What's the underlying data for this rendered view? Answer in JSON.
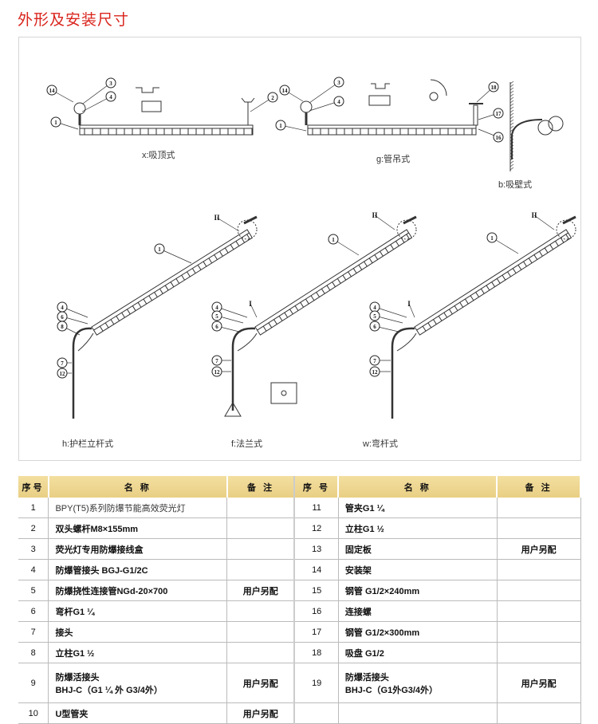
{
  "title": "外形及安装尺寸",
  "diagrams": {
    "x": {
      "label": "x:吸顶式",
      "callouts": [
        "14",
        "3",
        "4",
        "1",
        "2"
      ]
    },
    "g": {
      "label": "g:管吊式",
      "callouts": [
        "14",
        "3",
        "4",
        "1",
        "18",
        "17",
        "16"
      ]
    },
    "b": {
      "label": "b:吸壁式"
    },
    "h": {
      "label": "h:护栏立杆式",
      "callouts": [
        "II",
        "1",
        "4",
        "6",
        "8",
        "7",
        "12"
      ]
    },
    "f": {
      "label": "f:法兰式",
      "callouts": [
        "II",
        "1",
        "I",
        "4",
        "5",
        "6",
        "7",
        "12"
      ]
    },
    "w": {
      "label": "w:弯杆式",
      "callouts": [
        "II",
        "1",
        "I",
        "4",
        "5",
        "6",
        "7",
        "12"
      ]
    }
  },
  "table": {
    "headers": {
      "seq": "序号",
      "name": "名 称",
      "note": "备 注",
      "seq2": "序 号"
    },
    "rows": [
      [
        {
          "n": "1",
          "name": "BPY(T5)系列防爆节能高效荧光灯",
          "note": ""
        },
        {
          "n": "11",
          "name": "管夹G1 ¼",
          "note": ""
        }
      ],
      [
        {
          "n": "2",
          "name": "双头螺杆M8×155mm",
          "note": ""
        },
        {
          "n": "12",
          "name": "立柱G1 ½",
          "note": ""
        }
      ],
      [
        {
          "n": "3",
          "name": "荧光灯专用防爆接线盒",
          "note": ""
        },
        {
          "n": "13",
          "name": "固定板",
          "note": "用户另配"
        }
      ],
      [
        {
          "n": "4",
          "name": "防爆管接头 BGJ-G1/2C",
          "note": ""
        },
        {
          "n": "14",
          "name": "安装架",
          "note": ""
        }
      ],
      [
        {
          "n": "5",
          "name": "防爆挠性连接管NGd-20×700",
          "note": "用户另配"
        },
        {
          "n": "15",
          "name": "钢管 G1/2×240mm",
          "note": ""
        }
      ],
      [
        {
          "n": "6",
          "name": "弯杆G1 ¼",
          "note": ""
        },
        {
          "n": "16",
          "name": "连接螺",
          "note": ""
        }
      ],
      [
        {
          "n": "7",
          "name": "接头",
          "note": ""
        },
        {
          "n": "17",
          "name": "钢管 G1/2×300mm",
          "note": ""
        }
      ],
      [
        {
          "n": "8",
          "name": "立柱G1 ½",
          "note": ""
        },
        {
          "n": "18",
          "name": "吸盘 G1/2",
          "note": ""
        }
      ],
      [
        {
          "n": "9",
          "name": "防爆活接头\nBHJ-C（G1 ¼ 外 G3/4外）",
          "note": "用户另配"
        },
        {
          "n": "19",
          "name": "防爆活接头\nBHJ-C（G1外G3/4外）",
          "note": "用户另配"
        }
      ],
      [
        {
          "n": "10",
          "name": "U型管夹",
          "note": "用户另配"
        },
        {
          "n": "",
          "name": "",
          "note": ""
        }
      ]
    ]
  }
}
